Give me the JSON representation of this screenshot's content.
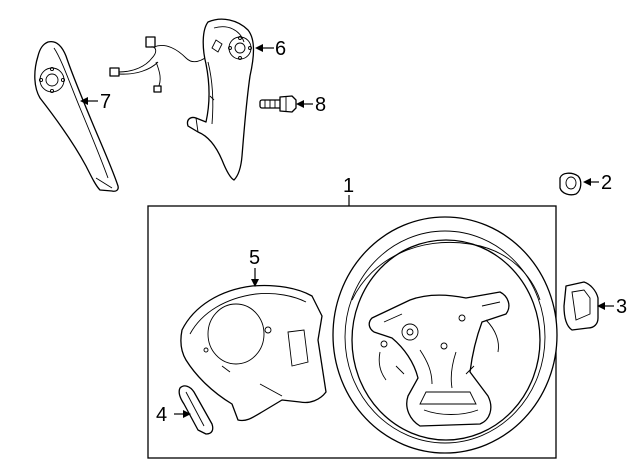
{
  "diagram": {
    "callouts": {
      "c1": "1",
      "c2": "2",
      "c3": "3",
      "c4": "4",
      "c5": "5",
      "c6": "6",
      "c7": "7",
      "c8": "8"
    }
  }
}
